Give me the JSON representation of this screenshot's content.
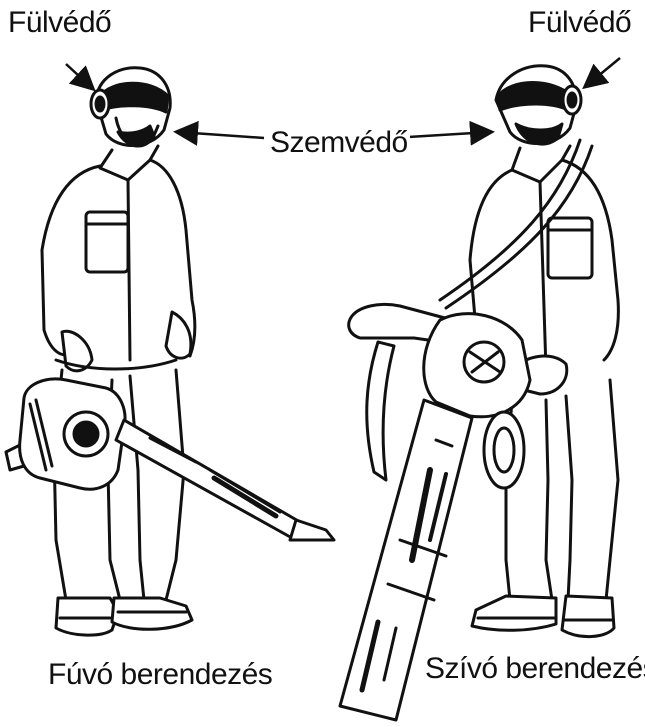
{
  "labels": {
    "ear_protection_left": "Fülvédő",
    "ear_protection_right": "Fülvédő",
    "eye_protection": "Szemvédő",
    "blower_device": "Fúvó berendezés",
    "vacuum_device": "Szívó berendezés"
  },
  "colors": {
    "ink": "#111111",
    "background": "#ffffff"
  }
}
